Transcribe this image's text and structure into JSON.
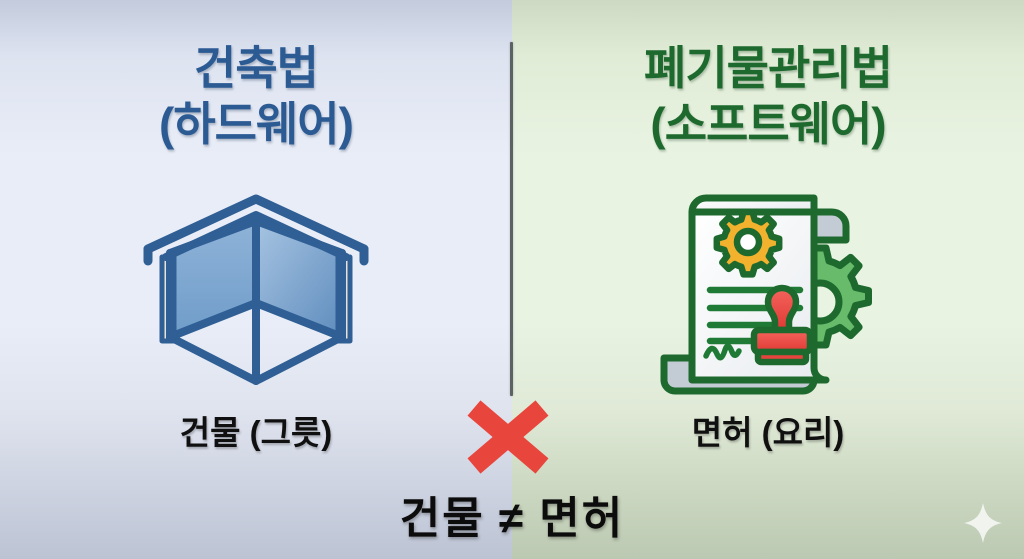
{
  "meta": {
    "layout": "two-column-comparison",
    "colors": {
      "left_accent": "#2c5b94",
      "right_accent": "#1e6a2e",
      "x_mark": "#e8453c",
      "stamp_red": "#ef4a45",
      "gear_yellow": "#f2b22e",
      "gear_green": "#66bb6a",
      "divider": "#5c6264",
      "caption_text": "#101010",
      "left_bg_top": "#c3cbdc",
      "left_bg_mid": "#e9edf7",
      "left_bg_bottom": "#bcc3d3",
      "right_bg_top": "#cdd9c3",
      "right_bg_mid": "#e9f3e2",
      "right_bg_bottom": "#bcc9b2"
    }
  },
  "left_panel": {
    "title_line1": "건축법",
    "title_line2": "(하드웨어)",
    "caption": "건물 (그릇)",
    "icon_name": "building-isometric-icon"
  },
  "right_panel": {
    "title_line1": "폐기물관리법",
    "title_line2": "(소프트웨어)",
    "caption": "면허 (요리)",
    "icon_name": "license-document-gear-icon"
  },
  "center": {
    "x_mark_name": "red-x-mark",
    "equation": "건물 ≠ 면허"
  },
  "watermark": {
    "name": "sparkle-icon"
  }
}
